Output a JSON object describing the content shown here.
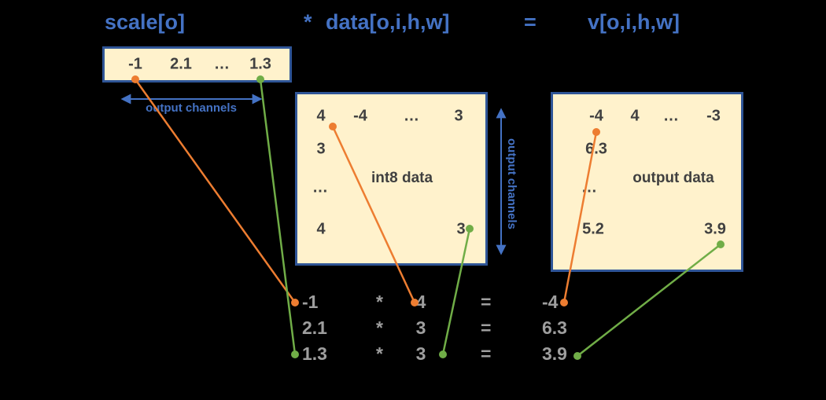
{
  "title_row": {
    "scale_term": "scale[o]",
    "multiply": "*",
    "data_term": "data[o,i,h,w]",
    "equals": "=",
    "result_term": "v[o,i,h,w]"
  },
  "scale_box": {
    "values": [
      "-1",
      "2.1",
      "…",
      "1.3"
    ],
    "axis_label": "output channels"
  },
  "data_box": {
    "label": "int8 data",
    "row1": [
      "4",
      "-4",
      "…",
      "3"
    ],
    "row2_left": "3",
    "row3_left": "…",
    "row4_left": "4",
    "row4_right": "3",
    "axis_label": "output channels"
  },
  "output_box": {
    "label": "output data",
    "row1": [
      "-4",
      "4",
      "…",
      "-3"
    ],
    "row2_left": "6.3",
    "row3_left": "…",
    "row4_left": "5.2",
    "row4_right": "3.9"
  },
  "equations": [
    {
      "scale": "-1",
      "op": "*",
      "value": "4",
      "equals": "=",
      "result": "-4"
    },
    {
      "scale": "2.1",
      "op": "*",
      "value": "3",
      "equals": "=",
      "result": "6.3"
    },
    {
      "scale": "1.3",
      "op": "*",
      "value": "3",
      "equals": "=",
      "result": "3.9"
    }
  ],
  "colors": {
    "background": "#000000",
    "heading_blue": "#4472C4",
    "box_border_blue": "#2F5597",
    "box_fill_cream": "#FFF2CC",
    "orange": "#ED7D31",
    "green": "#70AD47",
    "value_dark": "#404040",
    "equation_gray": "#9E9E9E"
  }
}
